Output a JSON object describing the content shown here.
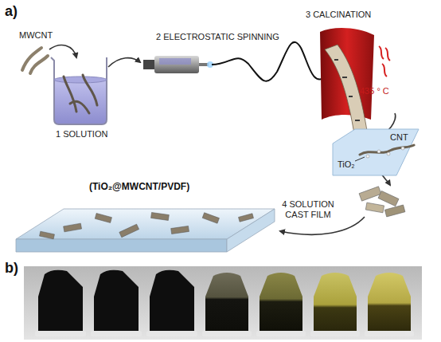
{
  "diagram": {
    "nodes": [
      {
        "text": [
          "CNT",
          "TiO₂"
        ]
      }
    ],
    "labels": [
      "a)",
      "MWCNT",
      "2 ELECTROSTATIC SPINNING",
      "3 CALCINATION",
      "435 ° C",
      "1 SOLUTION",
      "4 SOLUTION CAST FILM",
      "(TiO₂@MWCNT/PVDF)",
      "b)"
    ]
  }
}
